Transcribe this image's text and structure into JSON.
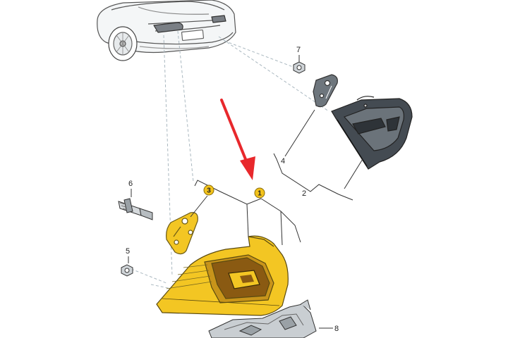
{
  "diagram": {
    "callouts": {
      "c1": "1",
      "c2": "2",
      "c3": "3",
      "c4": "4",
      "c5": "5",
      "c6": "6",
      "c7": "7",
      "c8": "8"
    },
    "highlighted_parts": [
      "1",
      "3"
    ],
    "colors": {
      "highlight_part": "#f3c623",
      "highlight_part_dark": "#c8941a",
      "badge_fill": "#f2c21b",
      "arrow": "#e8282c",
      "line_art": "#333333",
      "dashed_leader": "#aab8c0",
      "lamp_dark": "#444b52"
    },
    "icons": {
      "arrow": "pointer-arrow-icon",
      "car": "sedan-rear-view-icon"
    }
  }
}
